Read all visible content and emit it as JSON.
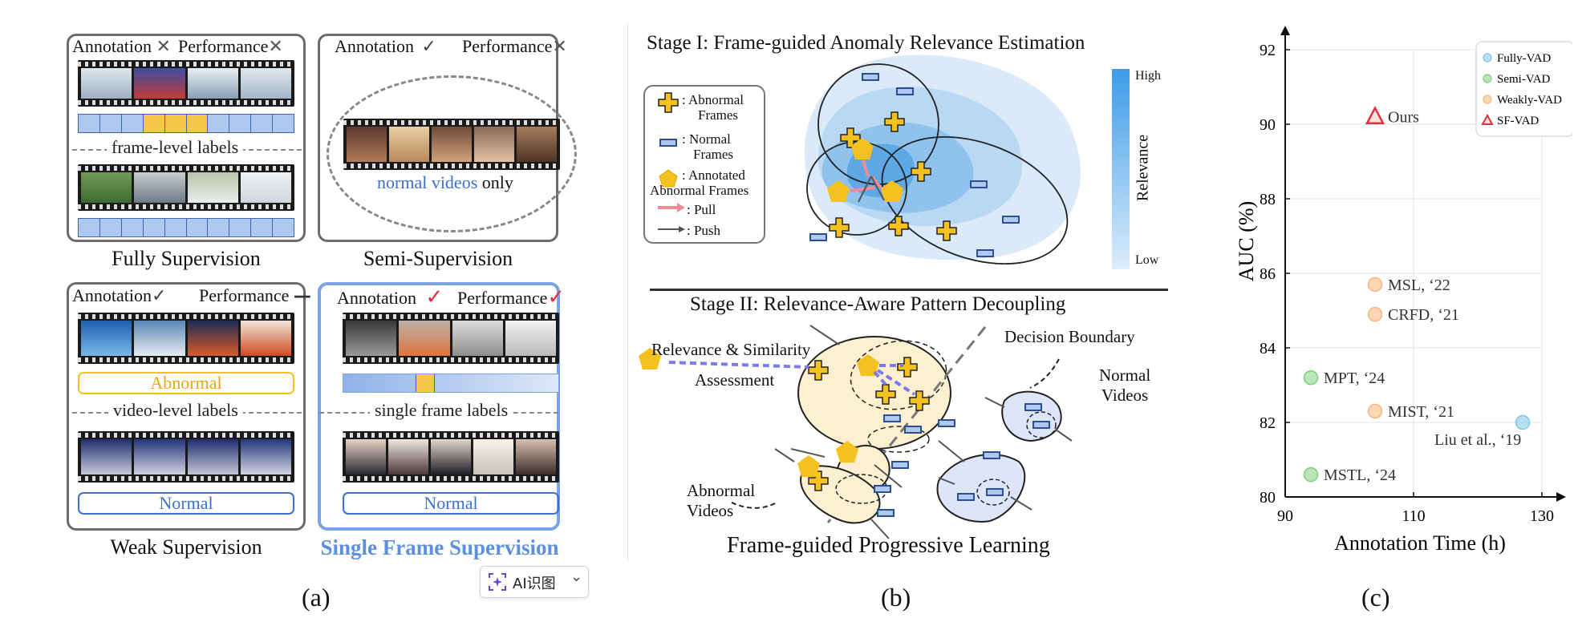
{
  "panel_a": {
    "fully": {
      "annotation_label": "Annotation",
      "annotation_mark": "✕",
      "performance_label": "Performance",
      "performance_mark": "✕",
      "mid_label": "frame-level labels",
      "caption": "Fully Supervision"
    },
    "semi": {
      "annotation_label": "Annotation",
      "annotation_mark": "✓",
      "performance_label": "Performance",
      "performance_mark": "✕",
      "normal_label": "normal videos",
      "only_label": "only",
      "caption": "Semi-Supervision"
    },
    "weak": {
      "annotation_label": "Annotation",
      "annotation_mark": "✓",
      "performance_label": "Performance",
      "performance_mark": "—",
      "abnormal_label": "Abnormal",
      "mid_label": "video-level labels",
      "normal_label": "Normal",
      "caption": "Weak Supervision"
    },
    "single": {
      "annotation_label": "Annotation",
      "annotation_mark": "✓",
      "performance_label": "Performance",
      "performance_mark": "✓",
      "mid_label": "single frame labels",
      "normal_label": "Normal",
      "caption": "Single Frame Supervision"
    },
    "subcaption": "(a)",
    "ai_button_label": "AI识图",
    "ai_button_chevron": "⌄"
  },
  "panel_b": {
    "stage1_title": "Stage I: Frame-guided Anomaly Relevance Estimation",
    "stage2_title": "Stage II: Relevance-Aware Pattern Decoupling",
    "legend": {
      "abnormal": [
        ": Abnormal",
        "Frames"
      ],
      "normal": [
        ": Normal",
        "Frames"
      ],
      "annotated": [
        ": Annotated",
        "Abnormal Frames"
      ],
      "pull": ": Pull",
      "push": ": Push"
    },
    "colorbar": {
      "high": "High",
      "low": "Low",
      "label": "Relevance"
    },
    "relevance_similarity": "Relevance & Similarity",
    "assessment": "Assessment",
    "decision_boundary": "Decision Boundary",
    "normal_videos": [
      "Normal",
      "Videos"
    ],
    "abnormal_videos": [
      "Abnormal",
      "Videos"
    ],
    "bottom_caption": "Frame-guided Progressive Learning",
    "subcaption": "(b)"
  },
  "panel_c": {
    "subcaption": "(c)"
  },
  "colors": {
    "fully": "#7fc6e6",
    "semi": "#7fcf7f",
    "weakly": "#f7b67a",
    "sf": "#e0303a",
    "gold": "#f5c11f",
    "label_blue": "#3d6fd1"
  },
  "chart_data": {
    "type": "scatter",
    "xlabel": "Annotation Time (h)",
    "ylabel": "AUC (%)",
    "xlim": [
      90,
      130
    ],
    "ylim": [
      80,
      92
    ],
    "xticks": [
      90,
      110,
      130
    ],
    "yticks": [
      80,
      82,
      84,
      86,
      88,
      90,
      92
    ],
    "grid": true,
    "legend": "top-right",
    "series": [
      {
        "name": "Fully-VAD",
        "marker": "circle",
        "points": [
          {
            "x": 127,
            "y": 82.0,
            "label": "Liu et al., ‘19"
          }
        ]
      },
      {
        "name": "Semi-VAD",
        "marker": "circle",
        "points": [
          {
            "x": 94,
            "y": 83.2,
            "label": "MPT, ‘24"
          },
          {
            "x": 94,
            "y": 80.6,
            "label": "MSTL, ‘24"
          }
        ]
      },
      {
        "name": "Weakly-VAD",
        "marker": "circle",
        "points": [
          {
            "x": 104,
            "y": 85.7,
            "label": "MSL, ‘22"
          },
          {
            "x": 104,
            "y": 84.9,
            "label": "CRFD, ‘21"
          },
          {
            "x": 104,
            "y": 82.3,
            "label": "MIST, ‘21"
          }
        ]
      },
      {
        "name": "SF-VAD",
        "marker": "triangle",
        "points": [
          {
            "x": 104,
            "y": 90.2,
            "label": "Ours"
          }
        ]
      }
    ]
  }
}
